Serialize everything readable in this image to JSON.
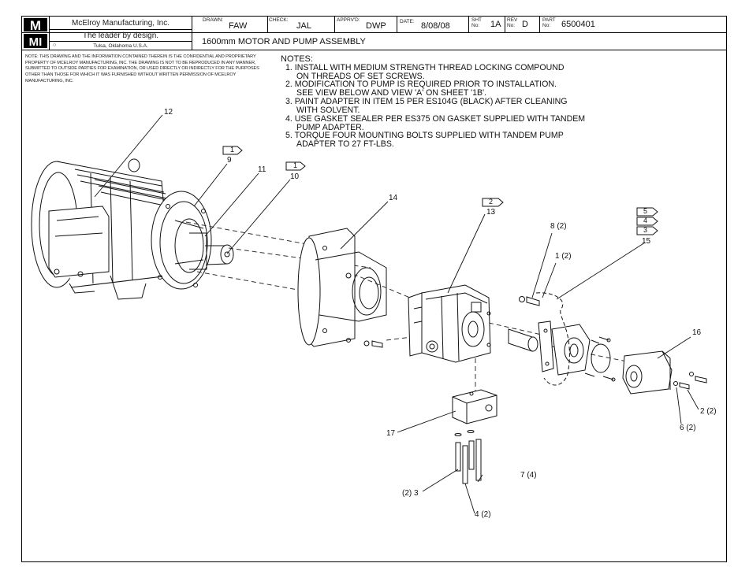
{
  "title_block": {
    "company_name": "McElroy Manufacturing, Inc.",
    "tagline": "The leader by design.",
    "location": "Tulsa, Oklahoma U.S.A.",
    "drawn_label": "DRAWN:",
    "drawn_value": "FAW",
    "check_label": "CHECK:",
    "check_value": "JAL",
    "apprvd_label": "APPRV'D:",
    "apprvd_value": "DWP",
    "date_label": "DATE:",
    "date_value": "8/08/08",
    "sht_label": "SHT No:",
    "sht_value": "1A",
    "rev_label": "REV No:",
    "rev_value": "D",
    "part_label": "PART No:",
    "part_value": "6500401",
    "drawing_title": "1600mm MOTOR AND PUMP ASSEMBLY"
  },
  "confidentiality_notice": "NOTE: THIS DRAWING AND THE INFORMATION CONTAINED THEREIN IS THE CONFIDENTIAL AND PROPRIETARY PROPERTY OF McElroy Manufacturing, Inc. THE DRAWING IS NOT TO BE REPRODUCED IN ANY MANNER, SUBMITTED TO OUTSIDE PARTIES FOR EXAMINATION, OR USED DIRECTLY OR INDIRECTLY FOR THE PURPOSES OTHER THAN THOSE FOR WHICH IT WAS FURNISHED WITHOUT WRITTEN PERMISSION OF McElroy Manufacturing, Inc.",
  "notes": {
    "title": "NOTES:",
    "items": [
      "1. INSTALL WITH MEDIUM STRENGTH THREAD LOCKING COMPOUND",
      "ON THREADS OF SET SCREWS.",
      "2. MODIFICATION TO PUMP IS REQUIRED PRIOR TO INSTALLATION.",
      "SEE VIEW BELOW AND VIEW 'A' ON SHEET '1B'.",
      "3. PAINT ADAPTER IN ITEM 15 PER ES104G (BLACK) AFTER CLEANING",
      "WITH SOLVENT.",
      "4. USE GASKET SEALER PER ES375 ON GASKET SUPPLIED WITH TANDEM",
      "PUMP ADAPTER.",
      "5. TORQUE FOUR MOUNTING BOLTS SUPPLIED WITH TANDEM PUMP",
      "ADAPTER TO 27 FT-LBS."
    ]
  },
  "callouts": {
    "c12": "12",
    "c9": "9",
    "c11": "11",
    "c10": "10",
    "c14": "14",
    "c13": "13",
    "c8": "8 (2)",
    "c1": "1 (2)",
    "c15": "15",
    "c16": "16",
    "c2": "2 (2)",
    "c6": "6 (2)",
    "c17": "17",
    "c7": "7 (4)",
    "c3": "(2) 3",
    "c4": "4 (2)"
  },
  "note_flags": {
    "f9": "1",
    "f10": "1",
    "f13": "2",
    "f15a": "5",
    "f15b": "4",
    "f15c": "3"
  },
  "logo": {
    "line1": "M",
    "line2": "MI"
  }
}
